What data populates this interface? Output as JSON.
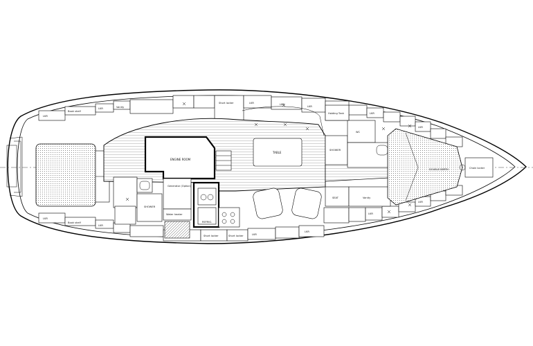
{
  "labels": {
    "book_shelf": "Book shelf",
    "lkr": "LKR",
    "vanity": "Vanity",
    "short_locker": "Short locker",
    "table": "TABLE",
    "holding_tank": "Holding Tank",
    "wc": "WC",
    "shower": "SHOWER",
    "engine_room": "ENGINE ROOM",
    "generator": "Generator (Option)",
    "water_heater": "Water heater",
    "refrig": "REFRIG.",
    "seat": "SEAT",
    "double_berth": "DOUBLE BERTH",
    "chain_locker": "Chain locker"
  },
  "colors": {
    "line": "#000000",
    "background": "#ffffff",
    "sole_hatch": "#9a9a9a",
    "berth_dots": "#6a6a6a"
  }
}
